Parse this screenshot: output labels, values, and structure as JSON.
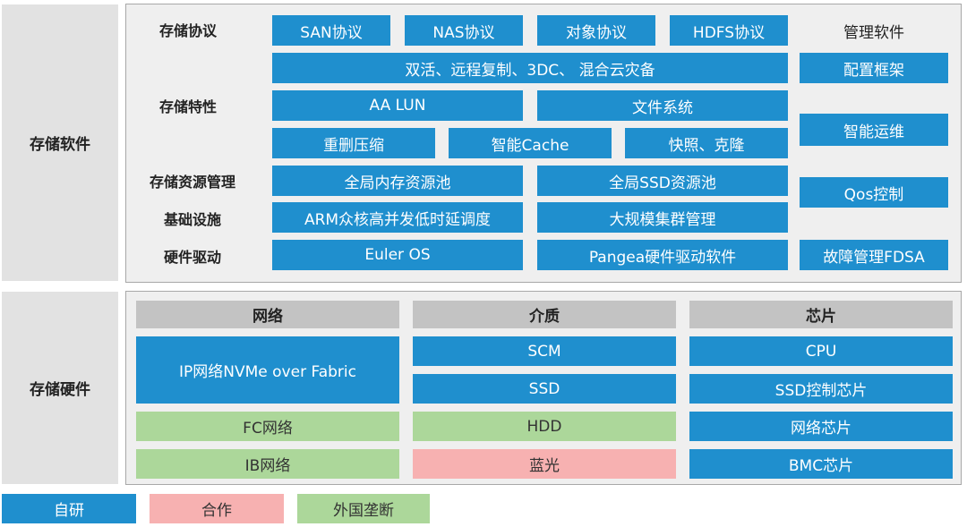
{
  "colors": {
    "self_developed": "#1f8fce",
    "cooperation": "#f7b1b1",
    "foreign_monopoly": "#acd79a",
    "header_gray": "#c3c3c3",
    "panel_bg": "#efefef"
  },
  "software": {
    "title": "存储软件",
    "row_labels": {
      "protocol": "存储协议",
      "features": "存储特性",
      "resource": "存储资源管理",
      "infra": "基础设施",
      "driver": "硬件驱动"
    },
    "protocols": [
      "SAN协议",
      "NAS协议",
      "对象协议",
      "HDFS协议"
    ],
    "replication": "双活、远程复制、3DC、 混合云灾备",
    "features_row1": [
      "AA LUN",
      "文件系统"
    ],
    "features_row2": [
      "重删压缩",
      "智能Cache",
      "快照、克隆"
    ],
    "resource_pools": [
      "全局内存资源池",
      "全局SSD资源池"
    ],
    "infra_items": [
      "ARM众核高并发低时延调度",
      "大规模集群管理"
    ],
    "driver_items": [
      "Euler OS",
      "Pangea硬件驱动软件"
    ],
    "management": {
      "title": "管理软件",
      "items": [
        "配置框架",
        "智能运维",
        "Qos控制",
        "故障管理FDSA"
      ]
    }
  },
  "hardware": {
    "title": "存储硬件",
    "columns": [
      {
        "header": "网络",
        "items": [
          "IP网络NVMe over Fabric",
          "FC网络",
          "IB网络"
        ]
      },
      {
        "header": "介质",
        "items": [
          "SCM",
          "SSD",
          "HDD",
          "蓝光"
        ]
      },
      {
        "header": "芯片",
        "items": [
          "CPU",
          "SSD控制芯片",
          "网络芯片",
          "BMC芯片"
        ]
      }
    ]
  },
  "legend": [
    "自研",
    "合作",
    "外国垄断"
  ]
}
